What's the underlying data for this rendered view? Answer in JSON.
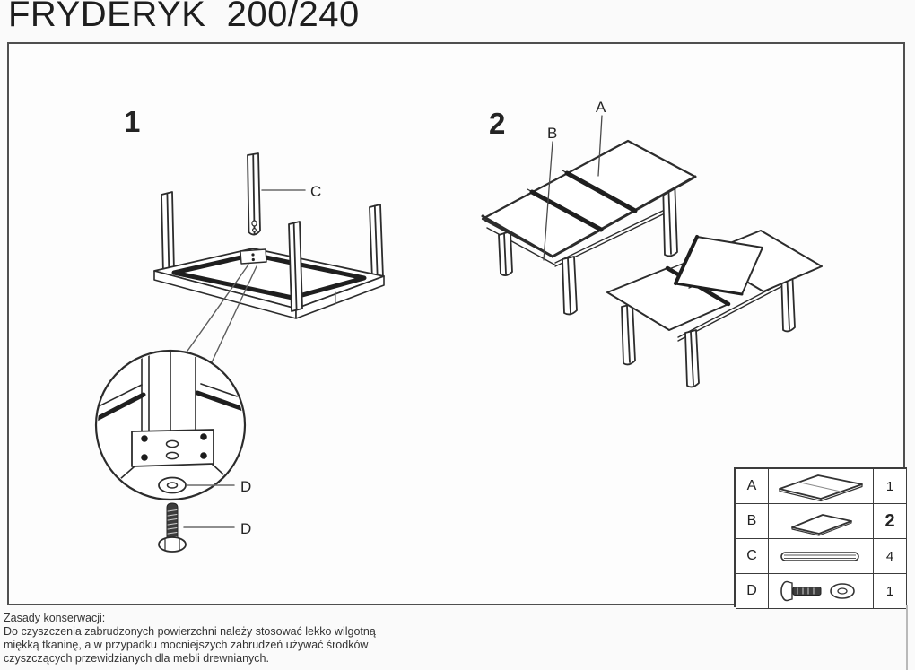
{
  "title": "FRYDERYK  200/240",
  "colors": {
    "line": "#2c2c2c",
    "thick_line": "#1f1f1f",
    "callout_line": "#6a6a6a",
    "background": "#fafafa"
  },
  "diagrams": {
    "step1": {
      "number": "1",
      "leg_label": "C",
      "washer_label": "D",
      "bolt_label": "D"
    },
    "step2": {
      "number": "2",
      "top_label": "A",
      "leaf_label": "B"
    }
  },
  "parts_table": {
    "rows": [
      {
        "part": "A",
        "icon": "tabletop-panel",
        "qty": "1"
      },
      {
        "part": "B",
        "icon": "extension-leaf-panel",
        "qty": "2"
      },
      {
        "part": "C",
        "icon": "table-leg",
        "qty": "4"
      },
      {
        "part": "D",
        "icon": "bolt-and-washer",
        "qty": "1"
      }
    ]
  },
  "care_instructions": {
    "heading": "Zasady konserwacji:",
    "lines": [
      "Do czyszczenia zabrudzonych powierzchni należy stosować lekko wilgotną",
      "miękką tkaninę, a w przypadku mocniejszych zabrudzeń używać środków",
      "czyszczących przewidzianych dla mebli drewnianych."
    ]
  }
}
